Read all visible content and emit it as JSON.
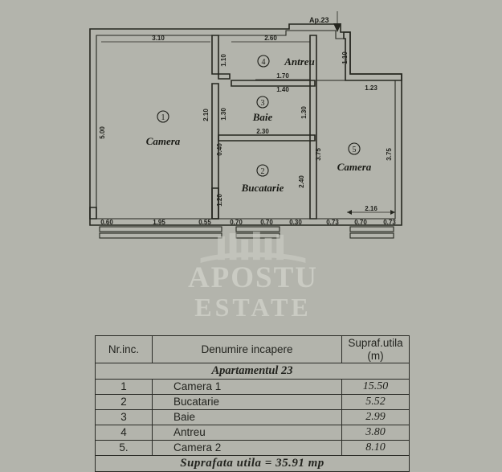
{
  "document": {
    "type": "apartment-floor-plan",
    "apartment_label": "Ap.23"
  },
  "watermark": {
    "line1": "APOSTU",
    "line2": "ESTATE",
    "logo": "building-logo"
  },
  "plan": {
    "rooms": [
      {
        "number": "1",
        "marker": "①",
        "name": "Camera"
      },
      {
        "number": "2",
        "marker": "②",
        "name": "Bucatarie"
      },
      {
        "number": "3",
        "marker": "③",
        "name": "Baie"
      },
      {
        "number": "4",
        "marker": "④",
        "name": "Antreu"
      },
      {
        "number": "5",
        "marker": "⑤",
        "name": "Camera"
      }
    ],
    "dimensions": {
      "top_camera1": "3.10",
      "top_antreu": "2.60",
      "antreu_inner_top": "1.70",
      "antreu_inner_bottom": "1.40",
      "right_block_vert": "1.10",
      "right_block_horiz": "1.23",
      "mid_wall_vert_110": "1.10",
      "mid_wall_vert_210": "2.10",
      "mid_wall_vert_130a": "1.30",
      "baie_right_vert": "1.30",
      "baie_bottom": "2.30",
      "baie_left_040": "0.40",
      "bucatarie_right": "2.40",
      "bucatarie_left_120": "1.20",
      "camera1_left_vert": "5.00",
      "camera2_left_vert": "3.75",
      "camera2_right_vert": "3.75",
      "camera2_bottom_total": "2.16",
      "bottom": [
        "0.60",
        "1.95",
        "0.55",
        "0.70",
        "0.70",
        "0.30",
        "0.73",
        "0.70",
        "0.73"
      ]
    }
  },
  "table": {
    "headers": [
      "Nr.inc.",
      "Denumire incapere",
      "Supraf.utila (m)"
    ],
    "section_title": "Apartamentul 23",
    "rows": [
      {
        "nr": "1",
        "name": "Camera 1",
        "area": "15.50"
      },
      {
        "nr": "2",
        "name": "Bucatarie",
        "area": "5.52"
      },
      {
        "nr": "3",
        "name": "Baie",
        "area": "2.99"
      },
      {
        "nr": "4",
        "name": "Antreu",
        "area": "3.80"
      },
      {
        "nr": "5.",
        "name": "Camera 2",
        "area": "8.10"
      }
    ],
    "total": "Suprafata utila = 35.91 mp"
  },
  "colors": {
    "background": "#b3b4ac",
    "ink": "#25261f",
    "watermark": "#cfd0c8"
  }
}
